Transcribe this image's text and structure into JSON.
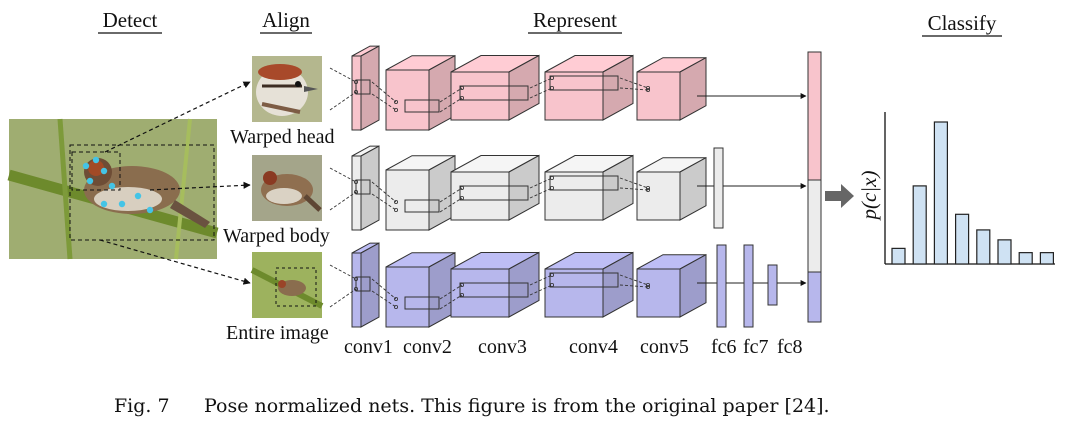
{
  "stages": {
    "detect": "Detect",
    "align": "Align",
    "represent": "Represent",
    "classify": "Classify"
  },
  "patches": {
    "head": "Warped head",
    "body": "Warped body",
    "image": "Entire image"
  },
  "layers": {
    "conv1": "conv1",
    "conv2": "conv2",
    "conv3": "conv3",
    "conv4": "conv4",
    "conv5": "conv5",
    "fc6": "fc6",
    "fc7": "fc7",
    "fc8": "fc8"
  },
  "classify_ylabel": "p(c|x)",
  "classify_bars": [
    0.11,
    0.55,
    1.0,
    0.35,
    0.24,
    0.17,
    0.08,
    0.08
  ],
  "caption": {
    "label": "Fig. 7",
    "text": "Pose normalized nets. This figure is from the original paper [24]."
  },
  "colors": {
    "head_row": "#f8c4cc",
    "body_row": "#ececec",
    "image_row": "#b7b7ec",
    "bars": "#cfe2f3"
  }
}
